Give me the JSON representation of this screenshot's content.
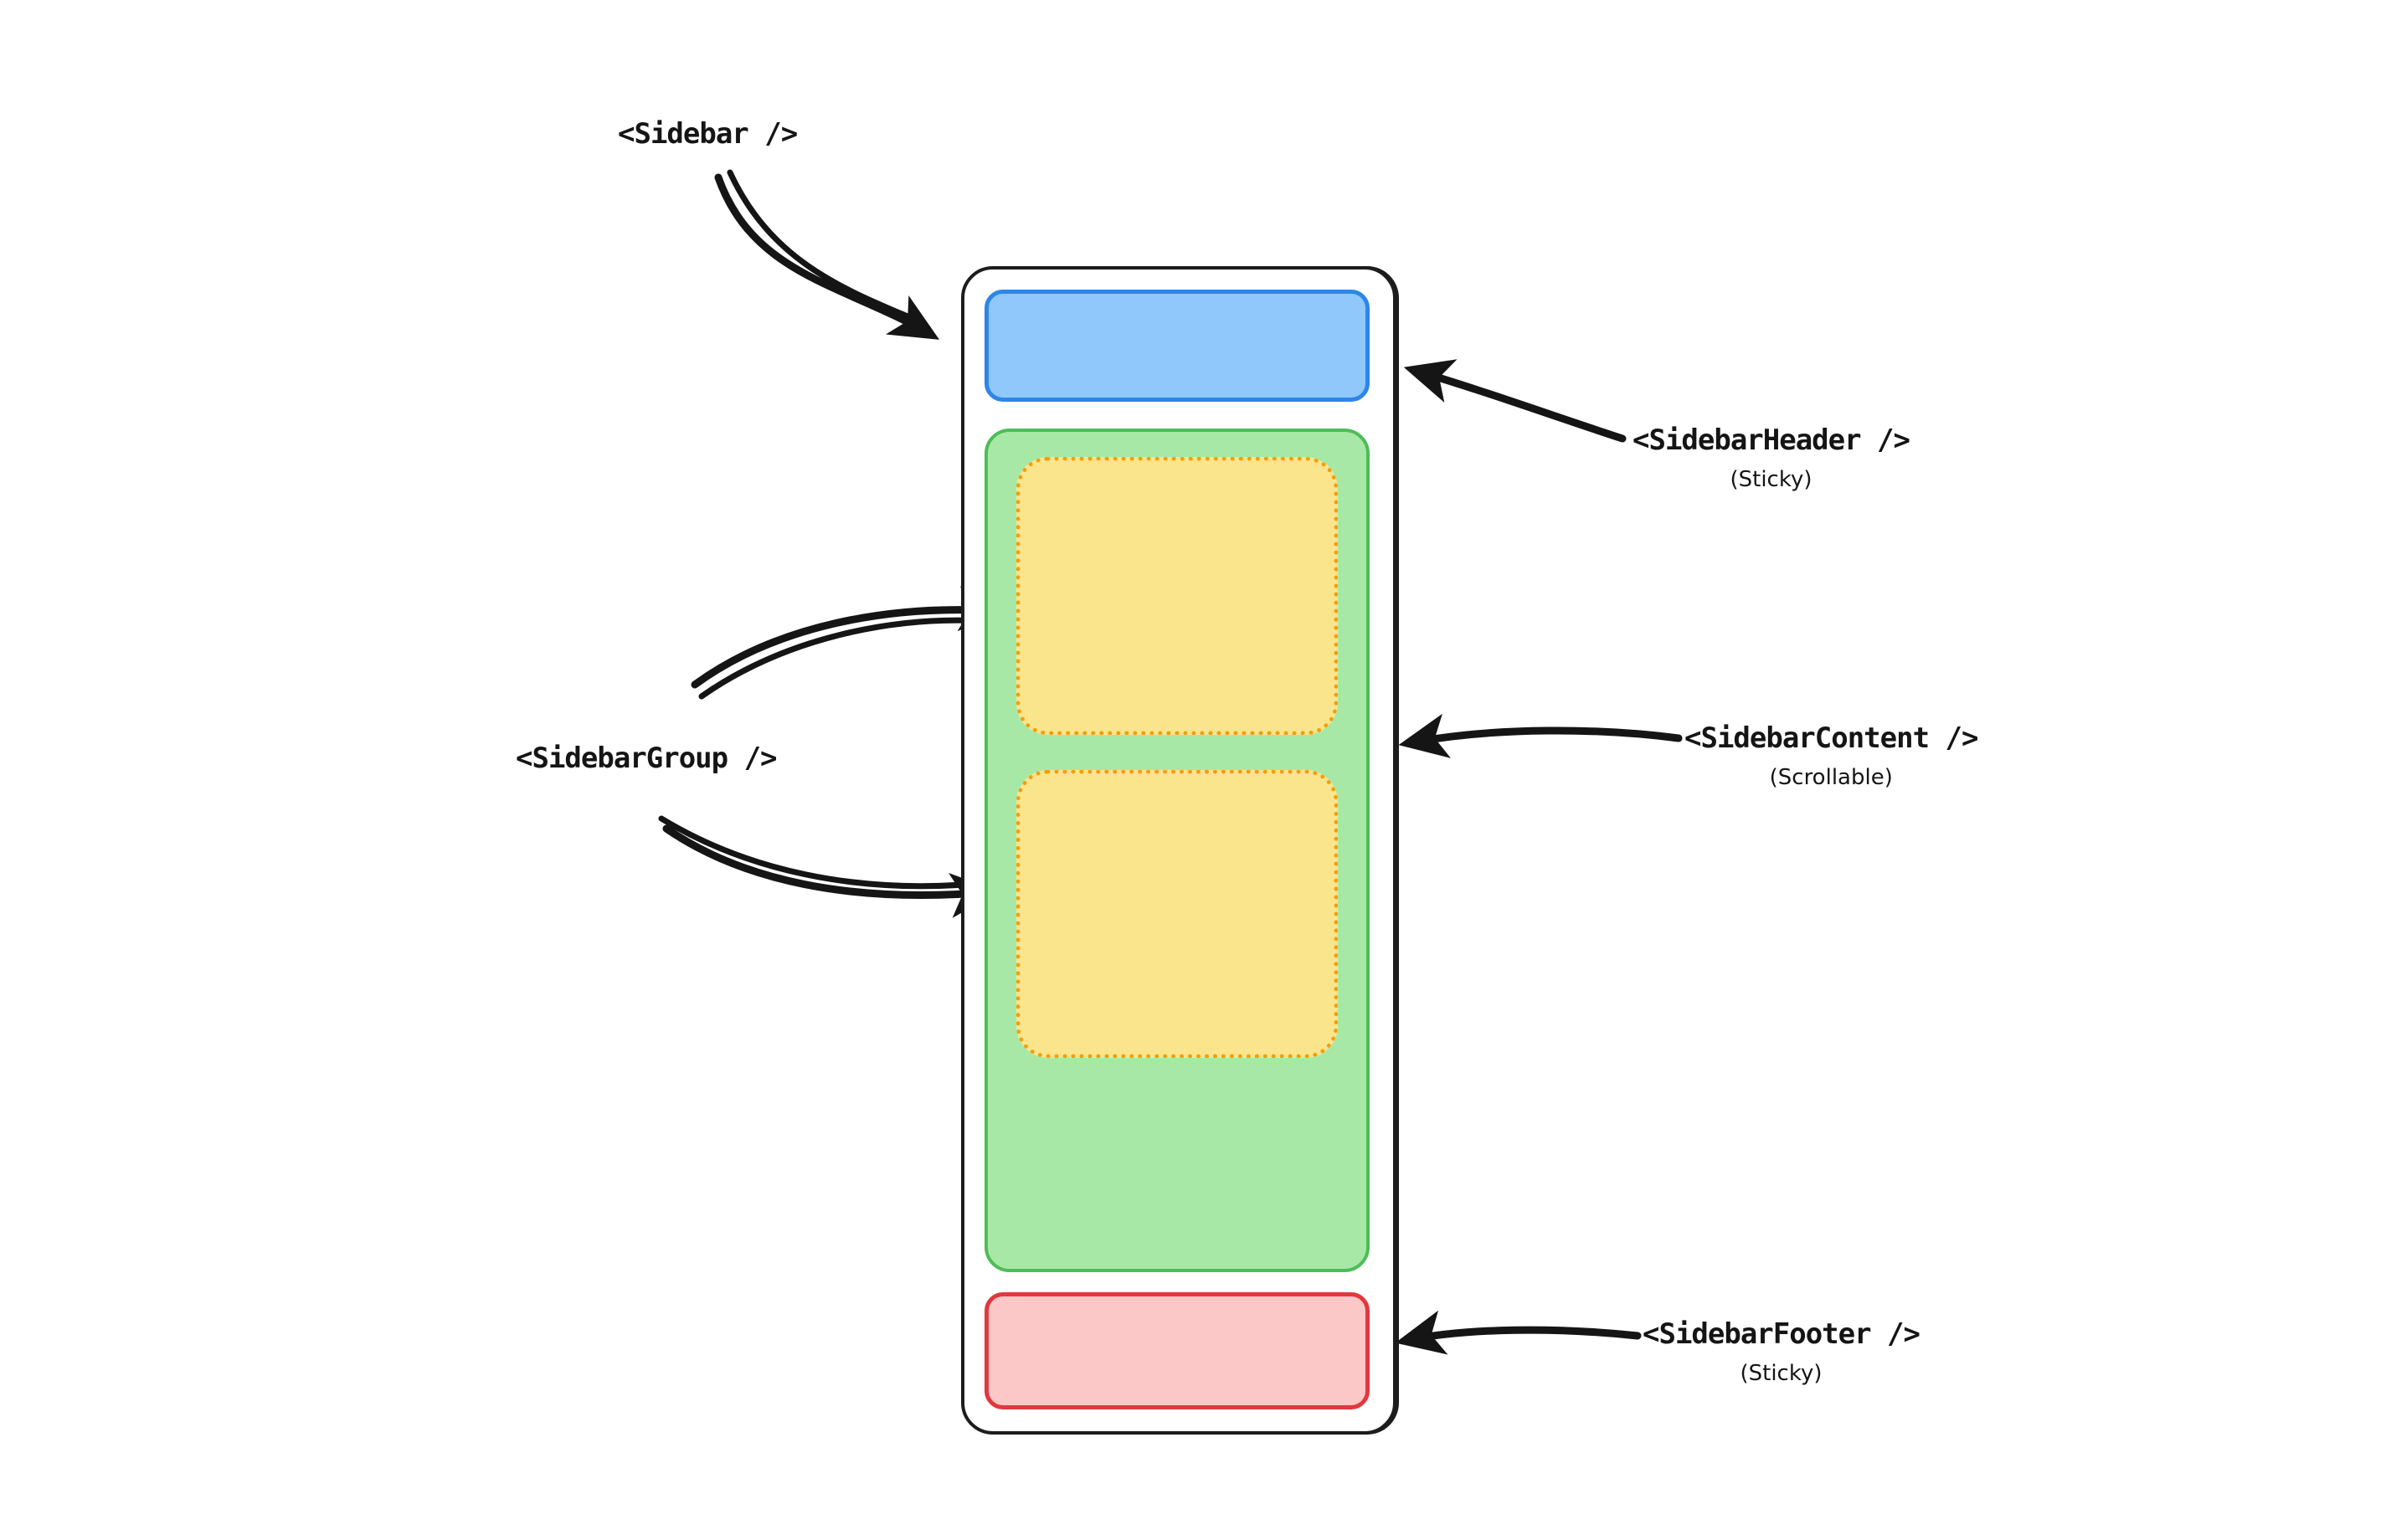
{
  "diagram": {
    "labels": {
      "sidebar": {
        "text": "<Sidebar />"
      },
      "header": {
        "text": "<SidebarHeader />",
        "sub": "(Sticky)"
      },
      "group": {
        "text": "<SidebarGroup />"
      },
      "content": {
        "text": "<SidebarContent />",
        "sub": "(Scrollable)"
      },
      "footer": {
        "text": "<SidebarFooter />",
        "sub": "(Sticky)"
      }
    },
    "colors": {
      "canvas_bg": "#ffffff",
      "container_stroke": "#1d1d1d",
      "header_fill": "#90c8fb",
      "header_stroke": "#2d86e8",
      "content_fill": "#a8e8a6",
      "content_stroke": "#4dbd57",
      "group_fill": "#fae58d",
      "group_stroke": "#f59e0b",
      "footer_fill": "#fbc7c7",
      "footer_stroke": "#e0393e",
      "arrow": "#151515"
    }
  }
}
